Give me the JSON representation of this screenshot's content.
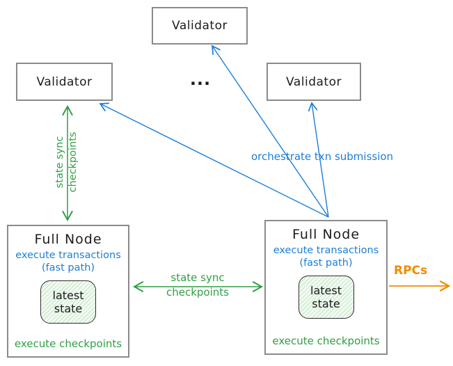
{
  "colors": {
    "blue": "#1c7ed6",
    "green": "#2f9e44",
    "orange": "#f08c00",
    "box-border": "#8a8a8a",
    "ink": "#1c1c1c",
    "state-fill": "#f2faf3",
    "state-hatch": "#cdeacd"
  },
  "validators": {
    "top": {
      "label": "Validator"
    },
    "left": {
      "label": "Validator"
    },
    "right": {
      "label": "Validator"
    },
    "ellipsis": "..."
  },
  "full_node_left": {
    "title": "Full Node",
    "execute_transactions": "execute transactions",
    "fast_path": "(fast path)",
    "latest_state_line1": "latest",
    "latest_state_line2": "state",
    "execute_checkpoints": "execute checkpoints"
  },
  "full_node_right": {
    "title": "Full Node",
    "execute_transactions": "execute transactions",
    "fast_path": "(fast path)",
    "latest_state_line1": "latest",
    "latest_state_line2": "state",
    "execute_checkpoints": "execute checkpoints"
  },
  "edges": {
    "state_sync_vertical": {
      "line1": "state sync",
      "line2": "checkpoints"
    },
    "state_sync_horizontal": {
      "line1": "state sync",
      "line2": "checkpoints"
    },
    "orchestrate": {
      "label": "orchestrate txn submission"
    },
    "rpcs": {
      "label": "RPCs"
    }
  }
}
